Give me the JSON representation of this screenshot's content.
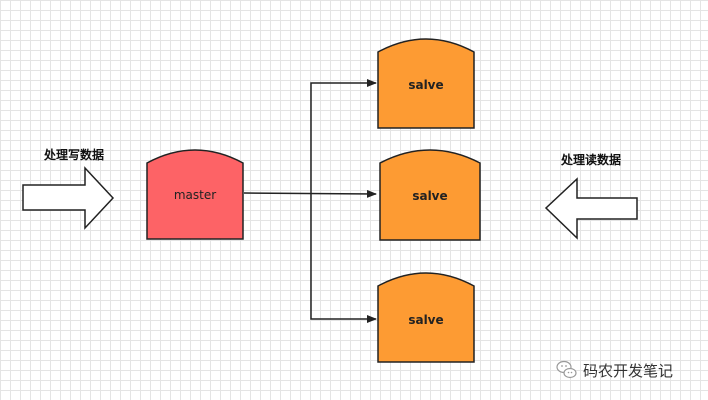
{
  "diagram": {
    "left_label": "处理写数据",
    "right_label": "处理读数据",
    "master": {
      "label": "master",
      "color": "#fd6366"
    },
    "slaves": [
      {
        "label": "salve",
        "color": "#fd9b33"
      },
      {
        "label": "salve",
        "color": "#fd9b33"
      },
      {
        "label": "salve",
        "color": "#fd9b33"
      }
    ],
    "stroke_color": "#222222"
  },
  "watermark": {
    "text": "码农开发笔记",
    "icon": "wechat-icon"
  }
}
